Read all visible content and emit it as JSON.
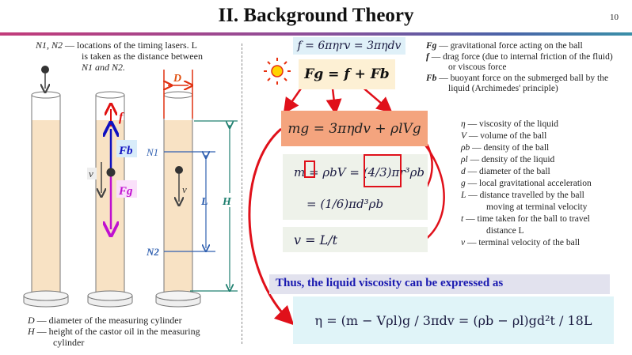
{
  "title": "II. Background Theory",
  "page_number": "10",
  "diagram": {
    "laser_note_symbols": "N1, N2",
    "laser_note": [
      "— locations of the timing lasers. L",
      "is taken as the distance between",
      "N1 and N2."
    ],
    "labels": {
      "f": "f",
      "Fb": "Fb",
      "Fg": "Fg",
      "v": "v",
      "v2": "v",
      "D": "D",
      "N1": "N1",
      "N2": "N2",
      "L": "L",
      "H": "H"
    },
    "bottom_notes": [
      {
        "sym": "D",
        "text": "— diameter of the measuring cylinder"
      },
      {
        "sym": "H",
        "text": "— height of the castor oil in the measuring"
      },
      {
        "sym": "",
        "text": "cylinder"
      }
    ]
  },
  "equations": {
    "stokes": "f = 6πηrv = 3πηdv",
    "balance": "Fg = f + Fb",
    "expanded": "mg = 3πηdv + ρlVg",
    "mass": "m = ρbV = (4/3)πr³ρb",
    "mass2": "= (1/6)πd³ρb",
    "velocity": "v = L/t",
    "conclusion": "Thus, the liquid viscosity can be expressed as",
    "final": "η = (m − Vρl)g / 3πdv = (ρb − ρl)gd²t / 18L"
  },
  "force_legend": [
    {
      "sym": "Fg",
      "text": "— gravitational force acting on the ball"
    },
    {
      "sym": "f",
      "text": "— drag force (due to internal friction of the fluid)"
    },
    {
      "sym": "",
      "text": "or viscous force"
    },
    {
      "sym": "Fb",
      "text": "— buoyant force on the submerged ball by the"
    },
    {
      "sym": "",
      "text": "liquid (Archimedes' principle)"
    }
  ],
  "variable_legend": [
    {
      "sym": "η",
      "text": "— viscosity of the liquid"
    },
    {
      "sym": "V",
      "text": "— volume of the ball"
    },
    {
      "sym": "ρb",
      "text": "— density of the ball"
    },
    {
      "sym": "ρl",
      "text": "— density of the liquid"
    },
    {
      "sym": "d",
      "text": "— diameter of the ball"
    },
    {
      "sym": "g",
      "text": "— local gravitational acceleration"
    },
    {
      "sym": "L",
      "text": "— distance travelled by the ball"
    },
    {
      "sym": "",
      "text": "moving at terminal velocity"
    },
    {
      "sym": "t",
      "text": "— time taken for the ball to travel"
    },
    {
      "sym": "",
      "text": "distance L"
    },
    {
      "sym": "v",
      "text": "— terminal velocity of the ball"
    }
  ],
  "colors": {
    "accent_red": "#e0101a",
    "salmon": "#f4a47e",
    "blue_text": "#1a1ab0"
  }
}
